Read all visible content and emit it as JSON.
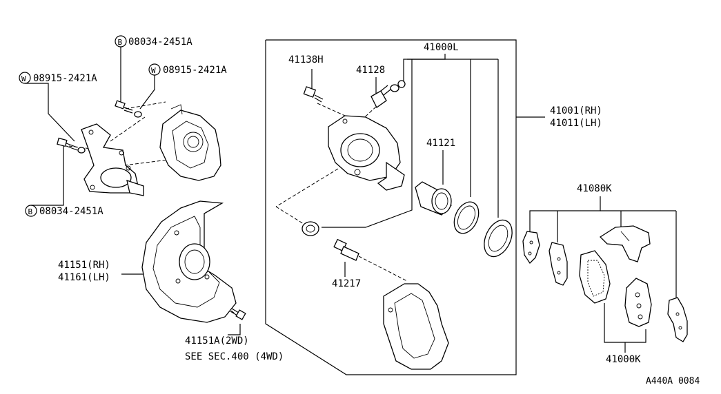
{
  "colors": {
    "ink": "#000000",
    "background": "#ffffff"
  },
  "labels": {
    "b_bolt_top": "08034-2451A",
    "w_washer_left": "08915-2421A",
    "w_washer_right": "08915-2421A",
    "b_bolt_bottom": "08034-2451A",
    "caliper_assy": "41000L",
    "bolt_41138h": "41138H",
    "bleeder_41128": "41128",
    "caliper_rh": "41001(RH)",
    "caliper_lh": "41011(LH)",
    "piston_seal_kit": "41121",
    "pad_hardware": "41080K",
    "shield_rh": "41151(RH)",
    "shield_lh": "41161(LH)",
    "pin_bolt": "41217",
    "shield_bolt_2wd": "41151A(2WD)",
    "see_sec": "SEE SEC.400 (4WD)",
    "pad_kit": "41000K",
    "diagram_code": "A440A 0084"
  },
  "markers": {
    "b": "B",
    "w": "W"
  }
}
